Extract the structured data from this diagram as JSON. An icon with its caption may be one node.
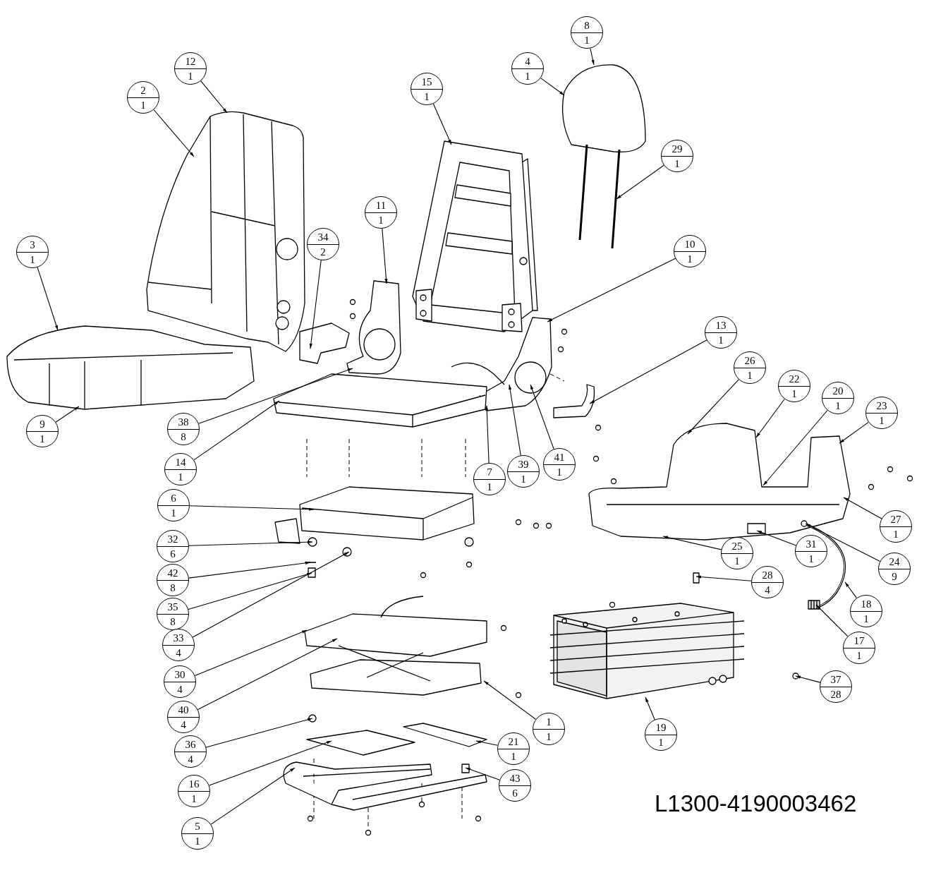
{
  "diagram": {
    "nodes": [
      {
        "text": [
          "8",
          "1"
        ]
      },
      {
        "text": [
          "12",
          "1"
        ]
      },
      {
        "text": [
          "4",
          "1"
        ]
      },
      {
        "text": [
          "15",
          "1"
        ]
      },
      {
        "text": [
          "2",
          "1"
        ]
      },
      {
        "text": [
          "29",
          "1"
        ]
      },
      {
        "text": [
          "11",
          "1"
        ]
      },
      {
        "text": [
          "34",
          "2"
        ]
      },
      {
        "text": [
          "10",
          "1"
        ]
      },
      {
        "text": [
          "3",
          "1"
        ]
      },
      {
        "text": [
          "13",
          "1"
        ]
      },
      {
        "text": [
          "26",
          "1"
        ]
      },
      {
        "text": [
          "22",
          "1"
        ]
      },
      {
        "text": [
          "20",
          "1"
        ]
      },
      {
        "text": [
          "23",
          "1"
        ]
      },
      {
        "text": [
          "38",
          "8"
        ]
      },
      {
        "text": [
          "9",
          "1"
        ]
      },
      {
        "text": [
          "14",
          "1"
        ]
      },
      {
        "text": [
          "41",
          "1"
        ]
      },
      {
        "text": [
          "39",
          "1"
        ]
      },
      {
        "text": [
          "7",
          "1"
        ]
      },
      {
        "text": [
          "6",
          "1"
        ]
      },
      {
        "text": [
          "27",
          "1"
        ]
      },
      {
        "text": [
          "32",
          "6"
        ]
      },
      {
        "text": [
          "31",
          "1"
        ]
      },
      {
        "text": [
          "25",
          "1"
        ]
      },
      {
        "text": [
          "24",
          "9"
        ]
      },
      {
        "text": [
          "42",
          "8"
        ]
      },
      {
        "text": [
          "28",
          "4"
        ]
      },
      {
        "text": [
          "35",
          "8"
        ]
      },
      {
        "text": [
          "18",
          "1"
        ]
      },
      {
        "text": [
          "33",
          "4"
        ]
      },
      {
        "text": [
          "17",
          "1"
        ]
      },
      {
        "text": [
          "30",
          "4"
        ]
      },
      {
        "text": [
          "37",
          "28"
        ]
      },
      {
        "text": [
          "40",
          "4"
        ]
      },
      {
        "text": [
          "1",
          "1"
        ]
      },
      {
        "text": [
          "19",
          "1"
        ]
      },
      {
        "text": [
          "21",
          "1"
        ]
      },
      {
        "text": [
          "36",
          "4"
        ]
      },
      {
        "text": [
          "43",
          "6"
        ]
      },
      {
        "text": [
          "16",
          "1"
        ]
      },
      {
        "text": [
          "5",
          "1"
        ]
      },
      {
        "text": [],
        "shape": "picture"
      },
      {
        "text": [],
        "shape": "picture"
      },
      {
        "text": [],
        "shape": "picture"
      },
      {
        "text": [],
        "shape": "picture"
      },
      {
        "text": [],
        "shape": "picture"
      },
      {
        "text": [],
        "shape": "picture"
      },
      {
        "text": [],
        "shape": "picture"
      },
      {
        "text": [],
        "shape": "picture"
      },
      {
        "text": [],
        "shape": "picture"
      },
      {
        "text": [],
        "shape": "picture"
      },
      {
        "text": [],
        "shape": "picture"
      },
      {
        "text": [],
        "shape": "picture"
      },
      {
        "text": [],
        "shape": "picture"
      },
      {
        "text": [],
        "shape": "picture"
      },
      {
        "text": [],
        "shape": "picture"
      },
      {
        "text": [],
        "shape": "picture"
      },
      {
        "text": [],
        "shape": "picture"
      }
    ],
    "edges": [
      {
        "from": 0,
        "to": 43,
        "arrow": "to"
      },
      {
        "from": 1,
        "to": 44,
        "arrow": "to"
      },
      {
        "from": 2,
        "to": 43,
        "arrow": "to"
      },
      {
        "from": 3,
        "to": 45,
        "arrow": "to"
      },
      {
        "from": 4,
        "to": 44,
        "arrow": "to"
      },
      {
        "from": 5,
        "to": 43,
        "arrow": "to"
      },
      {
        "from": 6,
        "to": 46,
        "arrow": "to"
      },
      {
        "from": 7,
        "to": 47,
        "arrow": "to"
      },
      {
        "from": 8,
        "to": 48,
        "arrow": "to"
      },
      {
        "from": 9,
        "to": 49,
        "arrow": "to"
      },
      {
        "from": 10,
        "to": 50,
        "arrow": "to"
      },
      {
        "from": 11,
        "to": 52,
        "arrow": "to"
      },
      {
        "from": 12,
        "to": 52,
        "arrow": "to"
      },
      {
        "from": 13,
        "to": 52,
        "arrow": "to"
      },
      {
        "from": 14,
        "to": 52,
        "arrow": "to"
      },
      {
        "from": 15,
        "to": 46,
        "arrow": "to"
      },
      {
        "from": 16,
        "to": 49,
        "arrow": "to"
      },
      {
        "from": 17,
        "to": 51,
        "arrow": "to"
      },
      {
        "from": 18,
        "to": 48,
        "arrow": "to"
      },
      {
        "from": 19,
        "to": 48,
        "arrow": "to"
      },
      {
        "from": 20,
        "to": 48,
        "arrow": "to"
      },
      {
        "from": 21,
        "to": 53,
        "arrow": "to"
      },
      {
        "from": 22,
        "to": 52,
        "arrow": "to"
      },
      {
        "from": 23,
        "to": 53,
        "arrow": "to"
      },
      {
        "from": 24,
        "to": 52,
        "arrow": "to"
      },
      {
        "from": 25,
        "to": 52,
        "arrow": "to"
      },
      {
        "from": 26,
        "to": 52,
        "arrow": "to"
      },
      {
        "from": 27,
        "to": 53,
        "arrow": "to"
      },
      {
        "from": 28,
        "to": 56,
        "arrow": "to"
      },
      {
        "from": 29,
        "to": 53,
        "arrow": "to"
      },
      {
        "from": 30,
        "to": 54,
        "arrow": "to"
      },
      {
        "from": 31,
        "to": 53,
        "arrow": "to"
      },
      {
        "from": 32,
        "to": 54,
        "arrow": "to"
      },
      {
        "from": 33,
        "to": 55,
        "arrow": "to"
      },
      {
        "from": 34,
        "to": 56,
        "arrow": "to"
      },
      {
        "from": 35,
        "to": 55,
        "arrow": "to"
      },
      {
        "from": 36,
        "to": 55,
        "arrow": "to"
      },
      {
        "from": 37,
        "to": 56,
        "arrow": "to"
      },
      {
        "from": 38,
        "to": 58,
        "arrow": "to"
      },
      {
        "from": 39,
        "to": 57,
        "arrow": "to"
      },
      {
        "from": 40,
        "to": 59,
        "arrow": "to"
      },
      {
        "from": 41,
        "to": 57,
        "arrow": "to"
      },
      {
        "from": 42,
        "to": 59,
        "arrow": "to"
      }
    ],
    "labels": [
      "L1300-4190003462"
    ]
  }
}
